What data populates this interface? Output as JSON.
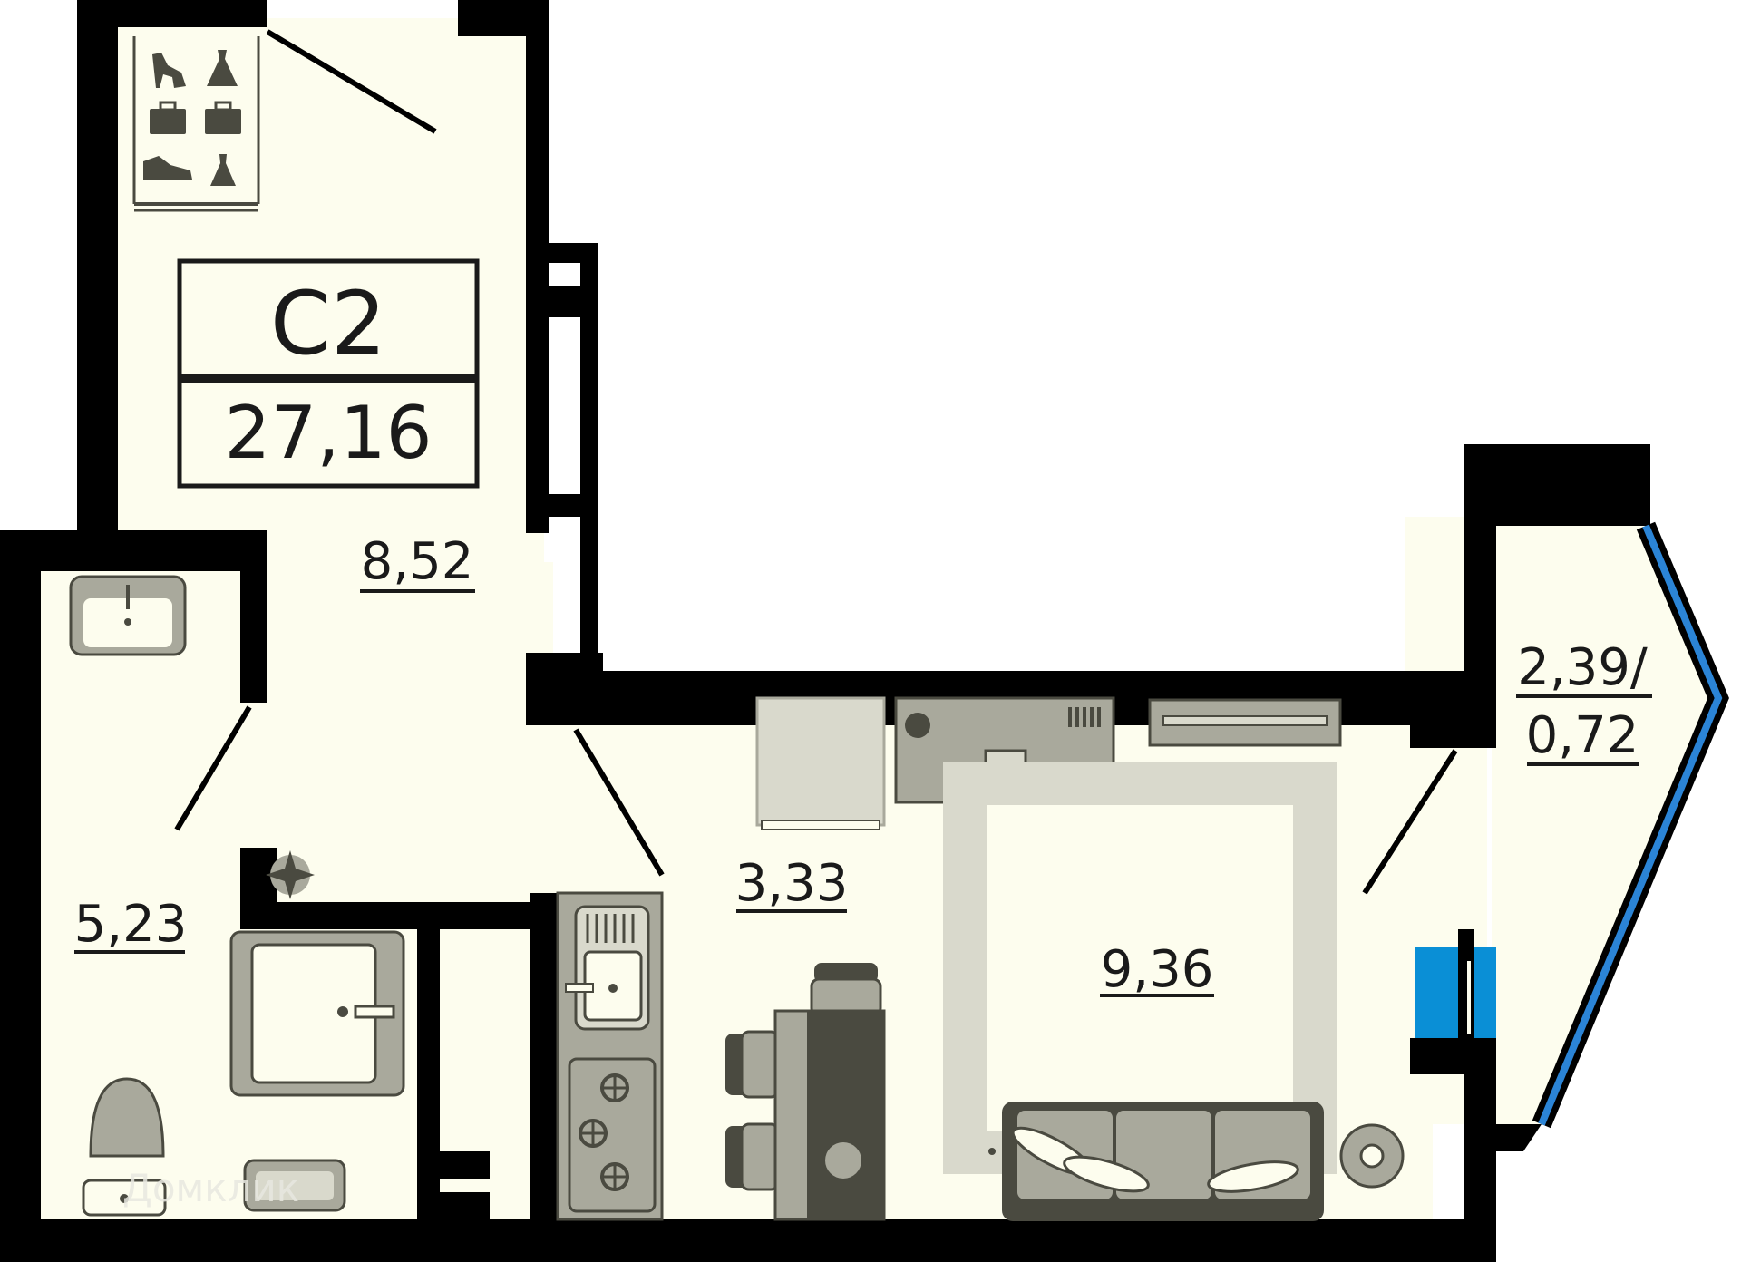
{
  "unit": {
    "code": "C2",
    "total_area": "27,16"
  },
  "rooms": {
    "hallway_area": "8,52",
    "bathroom_area": "5,23",
    "kitchen_area": "3,33",
    "living_area": "9,36",
    "balcony_area_line1": "2,39/",
    "balcony_area_line2": "0,72"
  },
  "watermark": "Домклик",
  "colors": {
    "wall": "#000000",
    "floor": "#fdfdee",
    "furniture_dark": "#4a4a40",
    "furniture_mid": "#a9a99c",
    "furniture_light": "#d9d9cc",
    "glass": "#2b84d6",
    "window_blue": "#0a8fd6"
  },
  "icons": [
    "high-heel-icon",
    "dress-icon",
    "briefcase-icon",
    "sneaker-icon",
    "plant-icon"
  ]
}
